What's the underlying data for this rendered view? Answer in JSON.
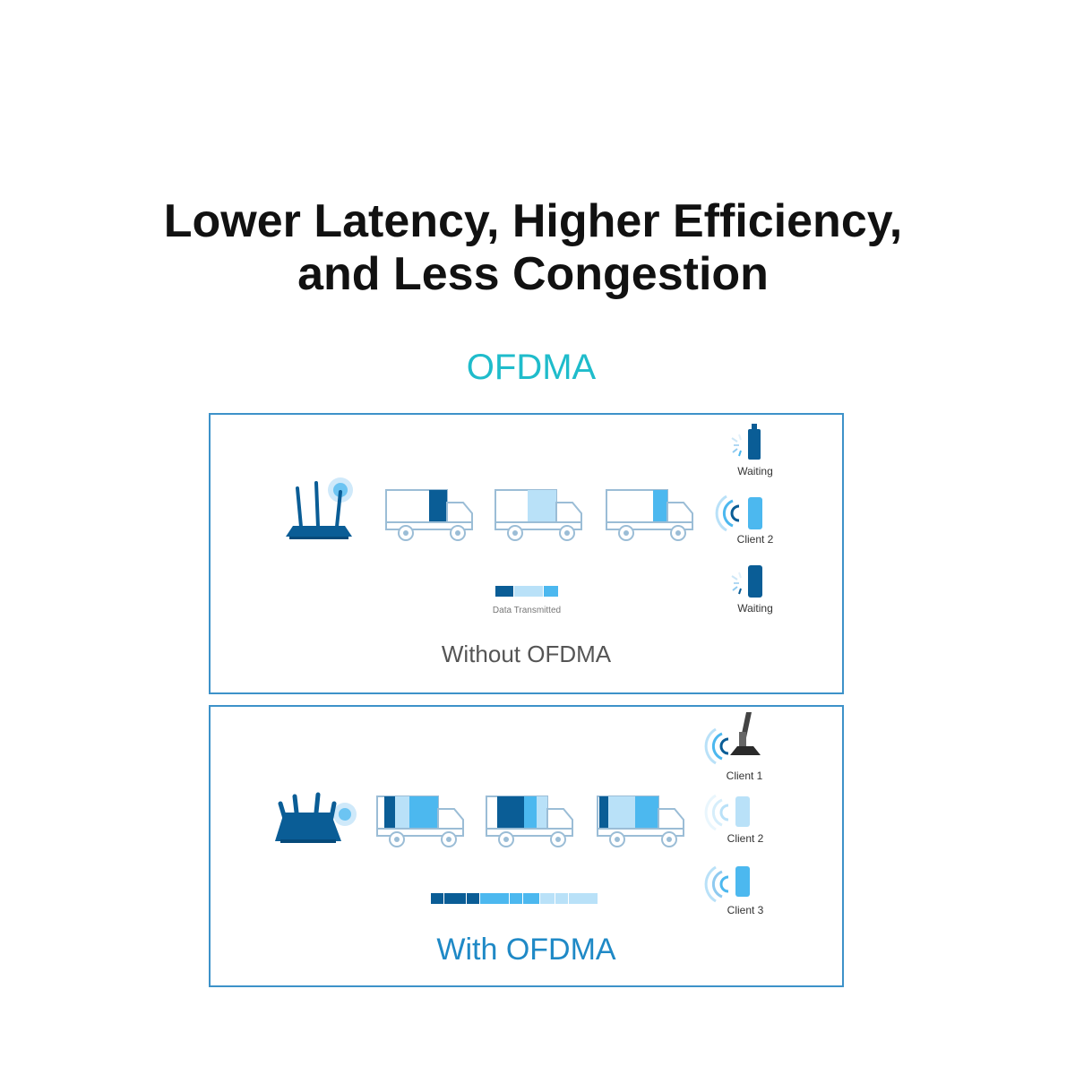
{
  "headline": {
    "line1": "Lower Latency, Higher Efficiency,",
    "line2": "and Less Congestion"
  },
  "section_title": "OFDMA",
  "colors": {
    "accent": "#1fbccb",
    "frame": "#3d92c9",
    "dark_blue": "#0a5d96",
    "mid_blue": "#4cb8ef",
    "light_blue": "#b9e1f8",
    "truck_outline": "#9bbdd6"
  },
  "without_panel": {
    "caption": "Without OFDMA",
    "legend_label": "Data Transmitted",
    "clients": [
      {
        "label": "Waiting",
        "icon": "usb-adapter-icon"
      },
      {
        "label": "Client 2",
        "icon": "phone-icon"
      },
      {
        "label": "Waiting",
        "icon": "phone-icon"
      }
    ]
  },
  "with_panel": {
    "caption": "With OFDMA",
    "clients": [
      {
        "label": "Client 1",
        "icon": "usb-adapter-icon"
      },
      {
        "label": "Client 2",
        "icon": "phone-icon"
      },
      {
        "label": "Client 3",
        "icon": "phone-icon"
      }
    ]
  }
}
